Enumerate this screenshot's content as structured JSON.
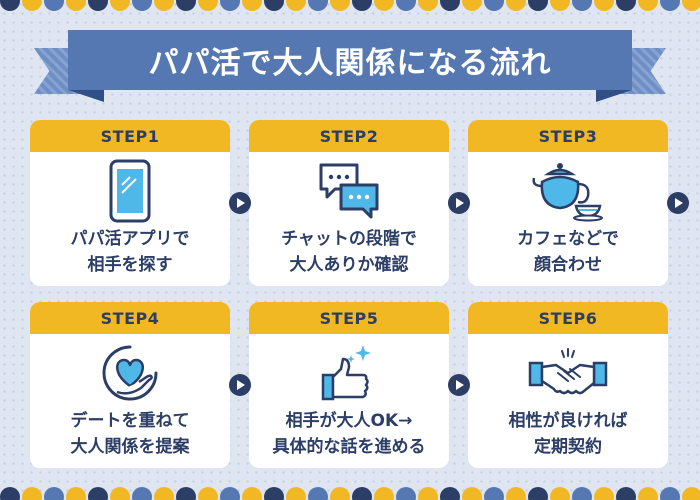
{
  "title": "パパ活で大人関係になる流れ",
  "colors": {
    "navy": "#2c3e66",
    "banner_blue": "#5577b2",
    "step_yellow": "#f2b824",
    "icon_blue": "#4fb8e8",
    "background": "#dfe6f2"
  },
  "steps": [
    {
      "label": "STEP1",
      "icon": "smartphone-icon",
      "lines": [
        "パパ活アプリで",
        "相手を探す"
      ]
    },
    {
      "label": "STEP2",
      "icon": "chat-bubbles-icon",
      "lines": [
        "チャットの段階で",
        "大人ありか確認"
      ]
    },
    {
      "label": "STEP3",
      "icon": "teapot-icon",
      "lines": [
        "カフェなどで",
        "顔合わせ"
      ]
    },
    {
      "label": "STEP4",
      "icon": "heart-hand-icon",
      "lines": [
        "デートを重ねて",
        "大人関係を提案"
      ]
    },
    {
      "label": "STEP5",
      "icon": "thumbs-up-icon",
      "lines": [
        "相手が大人OK→",
        "具体的な話を進める"
      ]
    },
    {
      "label": "STEP6",
      "icon": "handshake-icon",
      "lines": [
        "相性が良ければ",
        "定期契約"
      ]
    }
  ]
}
